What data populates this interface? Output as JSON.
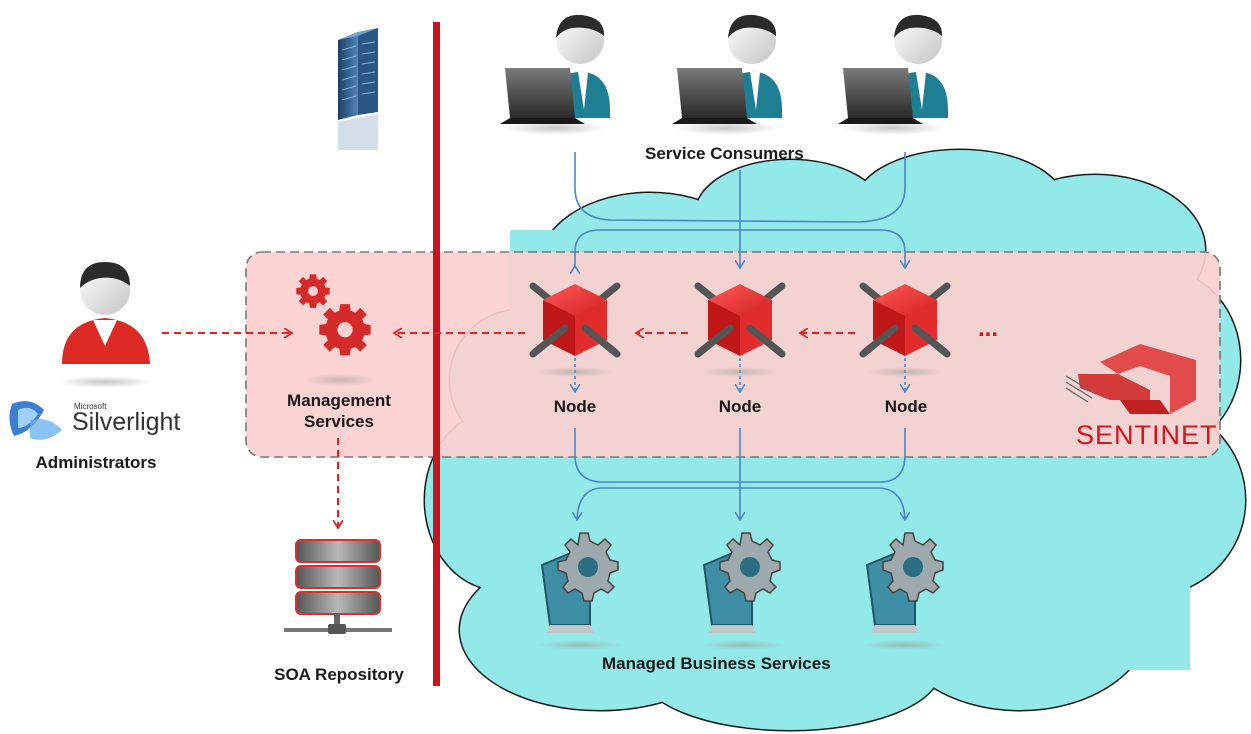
{
  "labels": {
    "service_consumers": "Service Consumers",
    "management_line1": "Management",
    "management_line2": "Services",
    "node": "Node",
    "ellipsis": "...",
    "administrators": "Administrators",
    "soa_repository": "SOA Repository",
    "managed_business_services": "Managed Business Services"
  },
  "branding": {
    "sentinet": "SENTINET",
    "silverlight_microsoft": "Microsoft",
    "silverlight_name": "Silverlight"
  },
  "nodes": [
    "Node",
    "Node",
    "Node"
  ],
  "icons": [
    "consumer-laptop-icon",
    "server-building-icon",
    "administrator-avatar-icon",
    "silverlight-logo-icon",
    "management-gears-icon",
    "node-cube-icon",
    "database-icon",
    "business-service-gear-icon",
    "sentinet-logo-icon"
  ],
  "colors": {
    "cloud": "#93e8e8",
    "zone": "#fbd3d3",
    "divider": "#c8141c",
    "accent_red": "#e02424",
    "flow_blue": "#4a86c8"
  }
}
